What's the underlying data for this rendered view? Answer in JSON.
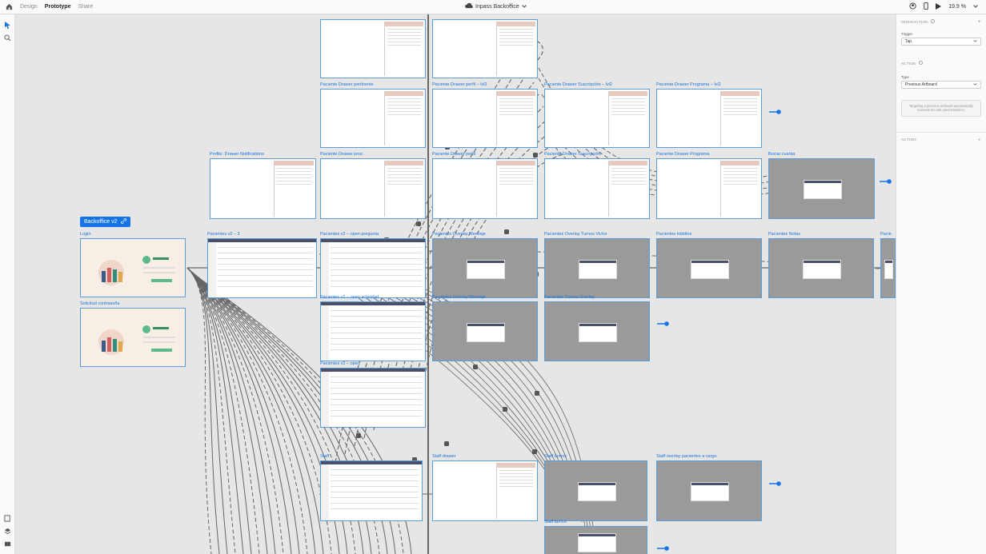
{
  "topbar": {
    "tabs": [
      "Design",
      "Prototype",
      "Share"
    ],
    "active_tab": "Prototype",
    "document_title": "Inpass Backoffice",
    "zoom": "19,9 %"
  },
  "board_tag": "Backoffice v2",
  "artboards": [
    {
      "label": "",
      "kind": "mobile"
    },
    {
      "label": "",
      "kind": "drawer"
    },
    {
      "label": "Paciente Drawer pertinente",
      "kind": "drawer"
    },
    {
      "label": "Paciente Drawer perfil – lvl2",
      "kind": "drawer"
    },
    {
      "label": "Paciente Drawer Suscripción – lvl2",
      "kind": "drawer"
    },
    {
      "label": "Paciente Drawer Programa – lvl2",
      "kind": "drawer"
    },
    {
      "label": "Profile: Drawer Notifications",
      "kind": "drawer"
    },
    {
      "label": "Paciente Drawer posc",
      "kind": "drawer"
    },
    {
      "label": "Paciente Drawer perfil",
      "kind": "drawer"
    },
    {
      "label": "Paciente Drawer Suscripción",
      "kind": "drawer"
    },
    {
      "label": "Paciente Drawer Programa",
      "kind": "drawer"
    },
    {
      "label": "Borrar cuenta",
      "kind": "gray"
    },
    {
      "label": "Login",
      "kind": "peach"
    },
    {
      "label": "Solicitud contraseña",
      "kind": "peach"
    },
    {
      "label": "Pacientes v2 – 2",
      "kind": "app"
    },
    {
      "label": "Pacientes v2 – open pregunta",
      "kind": "app"
    },
    {
      "label": "Pacientes Overlay Mensaje",
      "kind": "gray"
    },
    {
      "label": "Pacientes Overlay Turnos Victor",
      "kind": "gray"
    },
    {
      "label": "Pacientes Hábitos",
      "kind": "gray"
    },
    {
      "label": "Pacientes Notas",
      "kind": "gray"
    },
    {
      "label": "Pacie",
      "kind": "gray"
    },
    {
      "label": "Pacientes v2 – open actividad",
      "kind": "app"
    },
    {
      "label": "Pacientes Overlay Mensaje",
      "kind": "gray"
    },
    {
      "label": "Pacientes Turnos Overlay",
      "kind": "gray"
    },
    {
      "label": "Pacientes v2 – open",
      "kind": "app"
    },
    {
      "label": "Staff",
      "kind": "app"
    },
    {
      "label": "Staff drawer",
      "kind": "drawer"
    },
    {
      "label": "Staff turnos",
      "kind": "gray"
    },
    {
      "label": "Staff overlay pacientes a cargo",
      "kind": "gray"
    },
    {
      "label": "Staff turnos",
      "kind": "gray"
    }
  ],
  "right_panel": {
    "interaction_header": "INTERACTION",
    "trigger_label": "Trigger",
    "trigger_value": "Tap",
    "action_header": "ACTION",
    "type_label": "Type",
    "type_value": "Previous Artboard",
    "note": "Targeting a previous artboard automatically reverses the last used transition.",
    "action2_header": "ACTION"
  },
  "colors": {
    "accent": "#1473e6",
    "wire_gray": "#6a6a6a",
    "artboard_border": "#5a9bd8",
    "overlay_gray": "#9a9a9a"
  },
  "icons": [
    "home-icon",
    "cloud-icon",
    "user-icon",
    "device-icon",
    "play-icon",
    "select-icon",
    "zoom-icon",
    "assets-icon",
    "layers-icon",
    "plugins-icon",
    "link-icon",
    "info-icon"
  ]
}
